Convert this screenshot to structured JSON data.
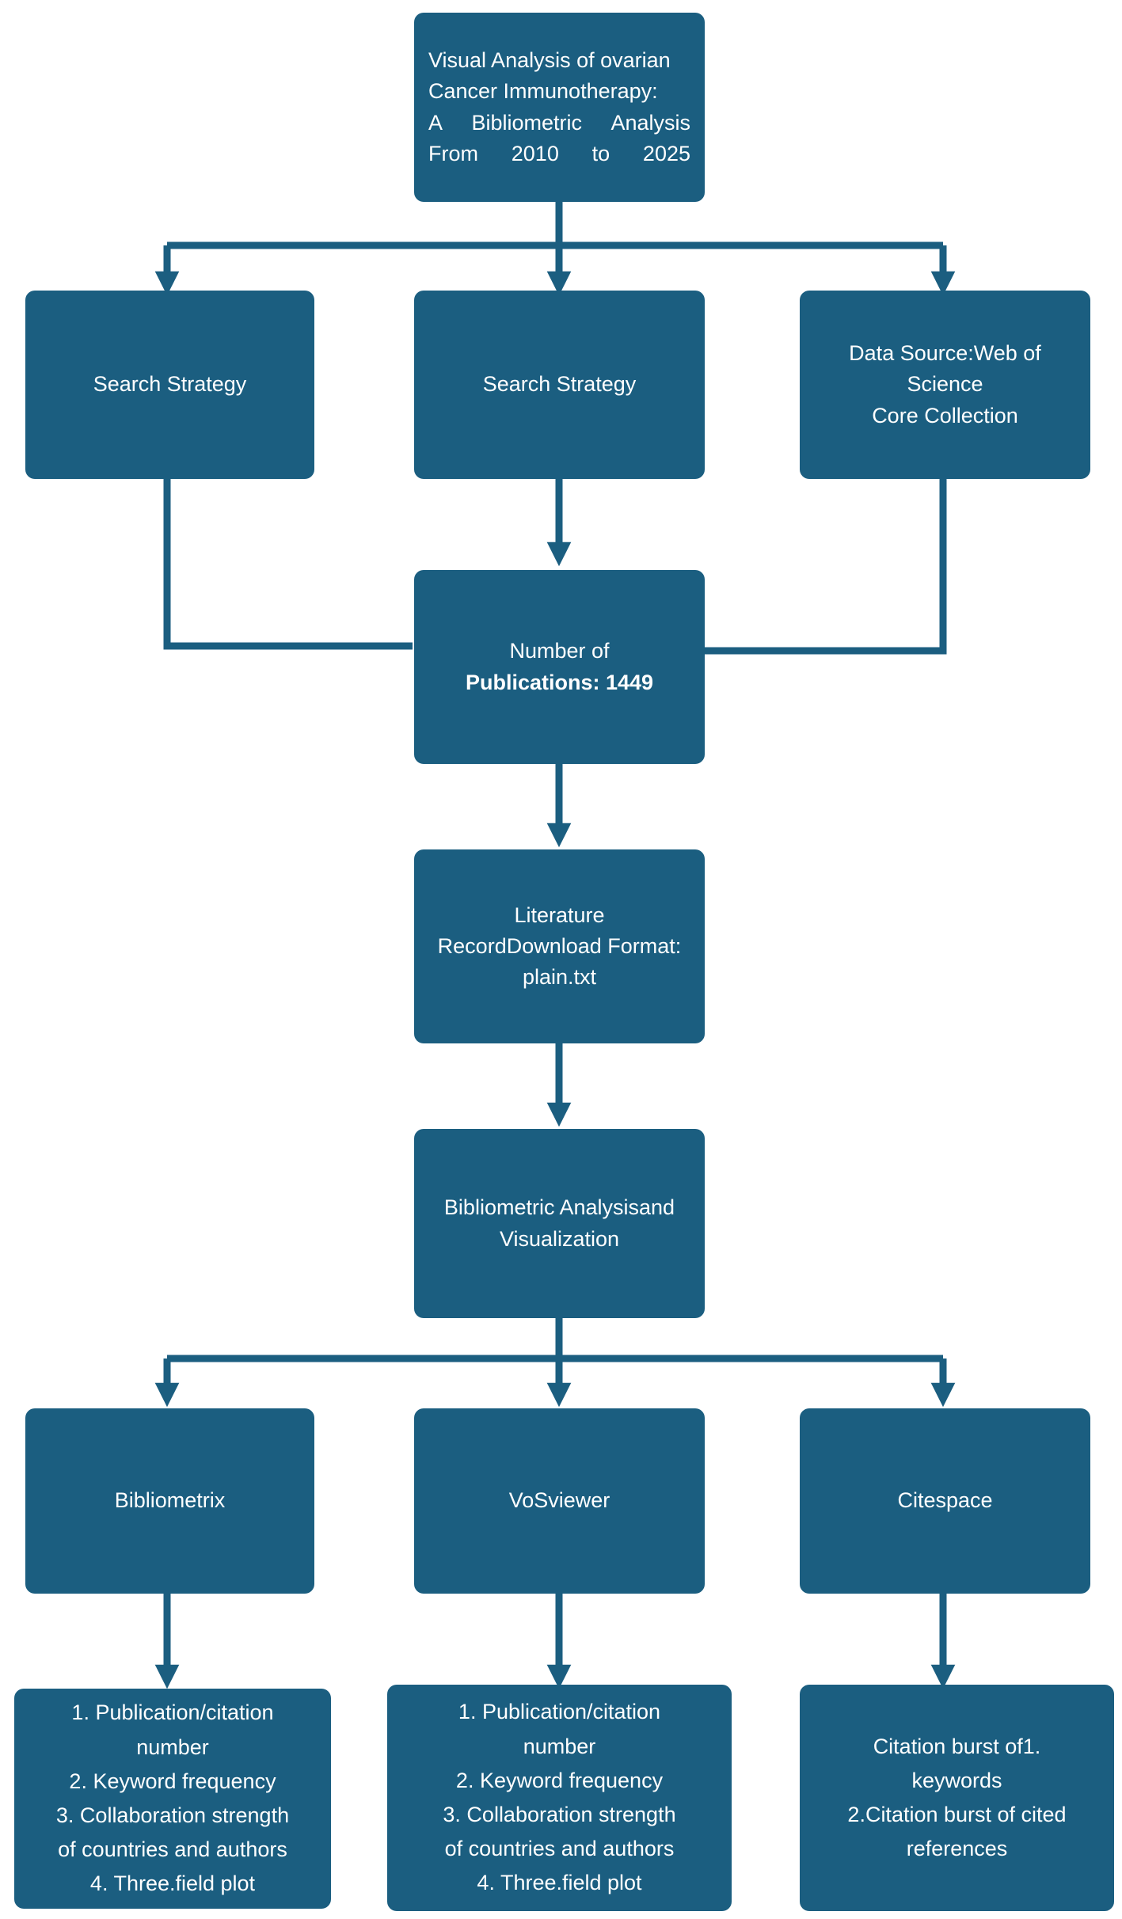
{
  "nodes": {
    "title": [
      "Visual Analysis of ovarian",
      "Cancer Immunotherapy:",
      "A Bibliometric Analysis",
      "From 2010 to 2025"
    ],
    "search_left": [
      "Search Strategy"
    ],
    "search_mid": [
      "Search Strategy"
    ],
    "data_source": [
      "Data Source:Web of",
      "Science",
      "Core Collection"
    ],
    "publications": [
      "Number of",
      "Publications: 1449"
    ],
    "literature": [
      "Literature",
      "RecordDownload Format:",
      "plain.txt"
    ],
    "analysis": [
      "Bibliometric Analysisand",
      "Visualization"
    ],
    "bibliometrix": [
      "Bibliometrix"
    ],
    "vosviewer": [
      "VoSviewer"
    ],
    "citespace": [
      "Citespace"
    ],
    "bibliometrix_list": [
      "1. Publication/citation",
      "number",
      "2. Keyword frequency",
      "3. Collaboration strength",
      "of countries and authors",
      "4. Three.field plot"
    ],
    "vosviewer_list": [
      "1. Publication/citation",
      "number",
      "2. Keyword frequency",
      "3. Collaboration strength",
      "of countries and authors",
      "4. Three.field plot"
    ],
    "citespace_list": [
      "Citation burst of1.",
      "keywords",
      "2.Citation burst of cited",
      "references"
    ]
  },
  "colors": {
    "box_fill": "#1b5e80",
    "arrow": "#1b5e80",
    "text": "#ffffff"
  }
}
